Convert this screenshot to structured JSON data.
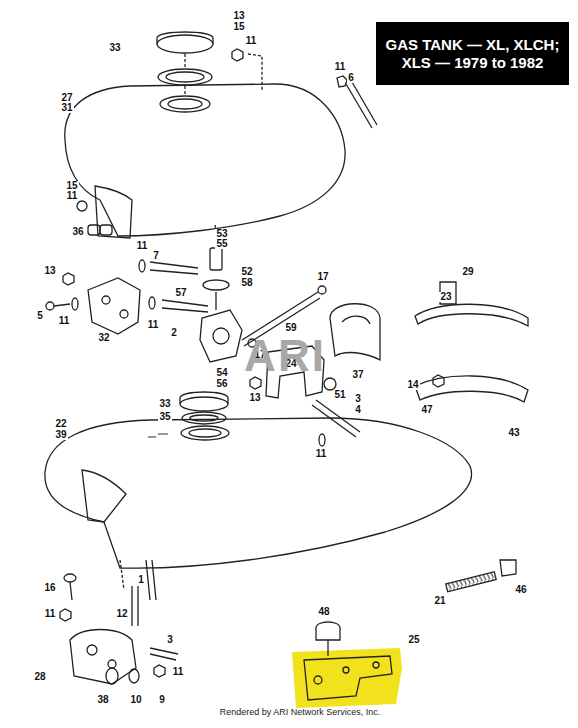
{
  "diagram": {
    "caption": "Rendered by ARI Network Services, Inc.",
    "nodes": [
      {
        "text": [
          "GAS TANK — XL, XLCH; XLS — 1979 to 1982"
        ]
      }
    ],
    "edges": [],
    "labels": [
      "13",
      "15",
      "11",
      "33",
      "11",
      "6",
      "27",
      "31",
      "15",
      "11",
      "36",
      "11",
      "7",
      "53",
      "55",
      "13",
      "52",
      "58",
      "57",
      "17",
      "29",
      "23",
      "5",
      "11",
      "11",
      "2",
      "32",
      "59",
      "17",
      "24",
      "54",
      "56",
      "37",
      "13",
      "14",
      "51",
      "3",
      "4",
      "47",
      "33",
      "35",
      "22",
      "39",
      "43",
      "11",
      "ARI",
      "46",
      "16",
      "1",
      "21",
      "11",
      "12",
      "48",
      "3",
      "25",
      "11",
      "28",
      "38",
      "10",
      "9"
    ]
  }
}
